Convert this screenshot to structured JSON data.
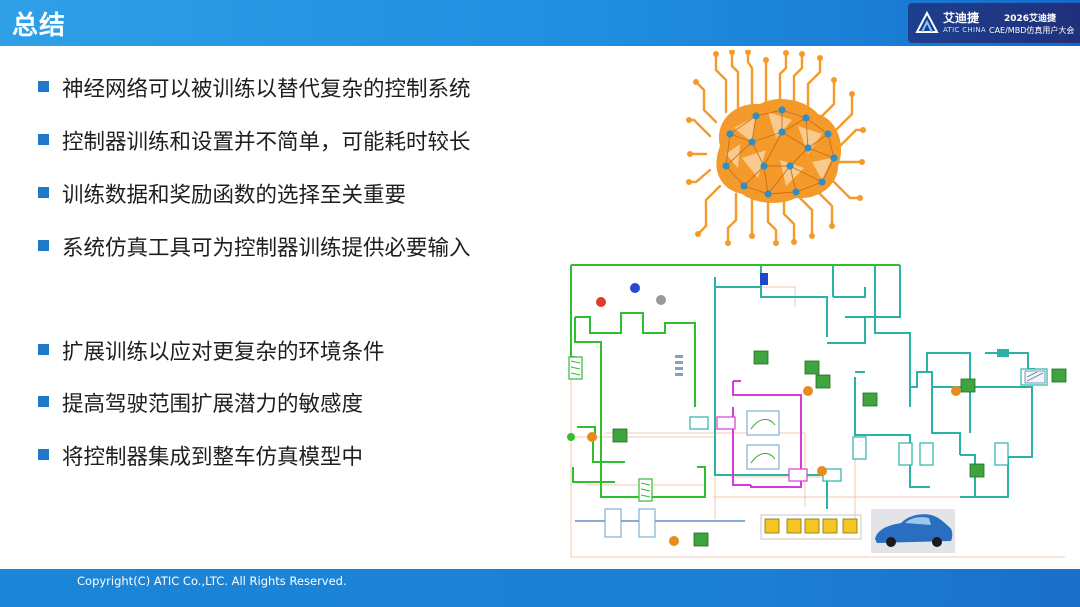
{
  "slide": {
    "title": "总结"
  },
  "brand": {
    "name": "艾迪捷",
    "name_en": "ATIC CHINA",
    "event_line1": "2026艾迪捷",
    "event_line2": "CAE/MBD仿真用户大会"
  },
  "bullets_group1": [
    "神经网络可以被训练以替代复杂的控制系统",
    "控制器训练和设置并不简单，可能耗时较长",
    "训练数据和奖励函数的选择至关重要",
    "系统仿真工具可为控制器训练提供必要输入"
  ],
  "bullets_group2": [
    "扩展训练以应对更复杂的环境条件",
    "提高驾驶范围扩展潜力的敏感度",
    "将控制器集成到整车仿真模型中"
  ],
  "footer": {
    "copyright": "Copyright(C) ATIC Co.,LTC. All Rights Reserved."
  },
  "colors": {
    "header_blue": "#2f9fe6",
    "bullet_blue": "#1f78c8",
    "brain_orange": "#f39a2b",
    "node_blue": "#2f8fc4",
    "circuit_green": "#2fbf2f",
    "circuit_teal": "#2bb2a6",
    "circuit_magenta": "#d63cd6"
  },
  "icons": {
    "brand_logo": "atic-logo-icon",
    "bullet": "square-bullet-icon",
    "brain": "neural-brain-icon",
    "car": "car-icon"
  }
}
